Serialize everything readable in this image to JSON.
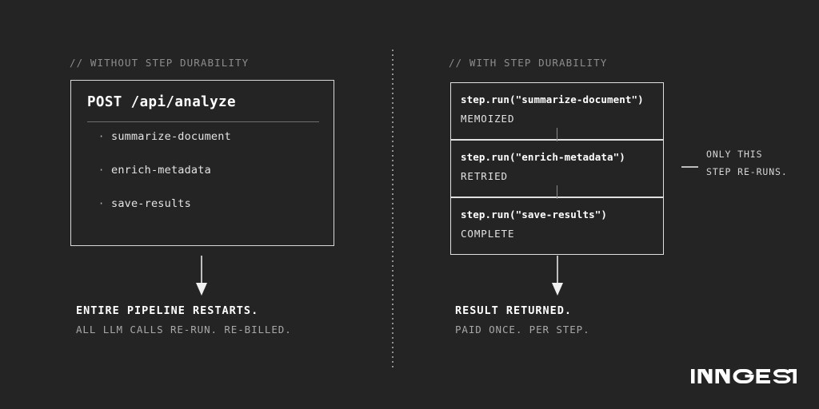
{
  "background_color": "#242424",
  "left_panel": {
    "header": "// WITHOUT STEP DURABILITY",
    "box": {
      "title": "POST /api/analyze",
      "items": [
        {
          "label": "summarize-document"
        },
        {
          "label": "enrich-metadata"
        },
        {
          "label": "save-results"
        }
      ]
    },
    "caption": {
      "primary": "ENTIRE PIPELINE RESTARTS.",
      "secondary": "ALL LLM CALLS RE-RUN. RE-BILLED."
    }
  },
  "right_panel": {
    "header": "// WITH STEP DURABILITY",
    "cards": [
      {
        "code": "step.run(\"summarize-document\")",
        "status": "MEMOIZED"
      },
      {
        "code": "step.run(\"enrich-metadata\")",
        "status": "RETRIED"
      },
      {
        "code": "step.run(\"save-results\")",
        "status": "COMPLETE"
      }
    ],
    "annotation": {
      "line1": "ONLY THIS",
      "line2": "STEP RE-RUNS."
    },
    "caption": {
      "primary": "RESULT RETURNED.",
      "secondary": "PAID ONCE. PER STEP."
    }
  },
  "logo": {
    "text": "INNGEST",
    "color": "#ffffff"
  },
  "colors": {
    "border": "#e0e0e0",
    "muted_text": "#8d8d8d",
    "primary_text": "#ffffff",
    "divider": "#909090"
  }
}
